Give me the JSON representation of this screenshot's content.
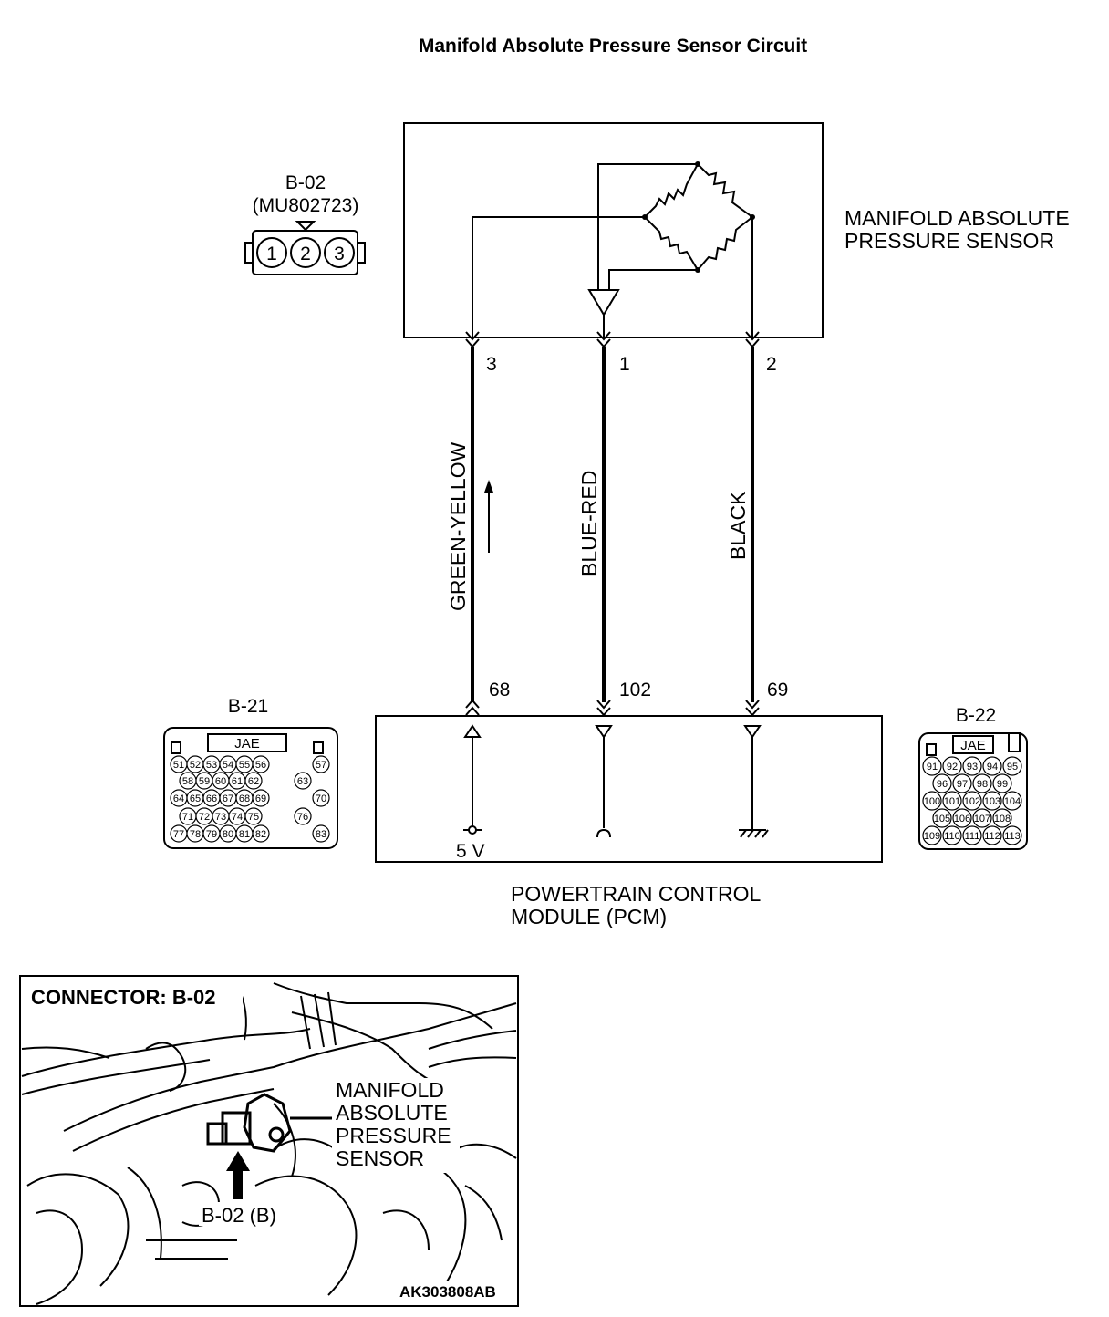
{
  "title": "Manifold Absolute Pressure Sensor Circuit",
  "sensor": {
    "label_line1": "MANIFOLD ABSOLUTE",
    "label_line2": "PRESSURE SENSOR",
    "pins": [
      "3",
      "1",
      "2"
    ]
  },
  "connector_b02": {
    "name": "B-02",
    "part": "(MU802723)",
    "pins": [
      "1",
      "2",
      "3"
    ]
  },
  "wires": [
    {
      "color": "GREEN-YELLOW",
      "sensor_pin": "3",
      "pcm_pin": "68"
    },
    {
      "color": "BLUE-RED",
      "sensor_pin": "1",
      "pcm_pin": "102"
    },
    {
      "color": "BLACK",
      "sensor_pin": "2",
      "pcm_pin": "69"
    }
  ],
  "pcm": {
    "label_line1": "POWERTRAIN CONTROL",
    "label_line2": "MODULE (PCM)",
    "supply": "5 V"
  },
  "connector_b21": {
    "name": "B-21",
    "maker": "JAE",
    "rows": [
      [
        "51",
        "52",
        "53",
        "54",
        "55",
        "56",
        "57"
      ],
      [
        "58",
        "59",
        "60",
        "61",
        "62",
        "63"
      ],
      [
        "64",
        "65",
        "66",
        "67",
        "68",
        "69",
        "70"
      ],
      [
        "71",
        "72",
        "73",
        "74",
        "75",
        "76"
      ],
      [
        "77",
        "78",
        "79",
        "80",
        "81",
        "82",
        "83"
      ]
    ]
  },
  "connector_b22": {
    "name": "B-22",
    "maker": "JAE",
    "rows": [
      [
        "91",
        "92",
        "93",
        "94",
        "95"
      ],
      [
        "96",
        "97",
        "98",
        "99"
      ],
      [
        "100",
        "101",
        "102",
        "103",
        "104"
      ],
      [
        "105",
        "106",
        "107",
        "108"
      ],
      [
        "109",
        "110",
        "111",
        "112",
        "113"
      ]
    ]
  },
  "inset": {
    "heading": "CONNECTOR: B-02",
    "callout_lines": [
      "MANIFOLD",
      "ABSOLUTE",
      "PRESSURE",
      "SENSOR"
    ],
    "connector_tag": "B-02 (B)",
    "figure_code": "AK303808AB"
  }
}
